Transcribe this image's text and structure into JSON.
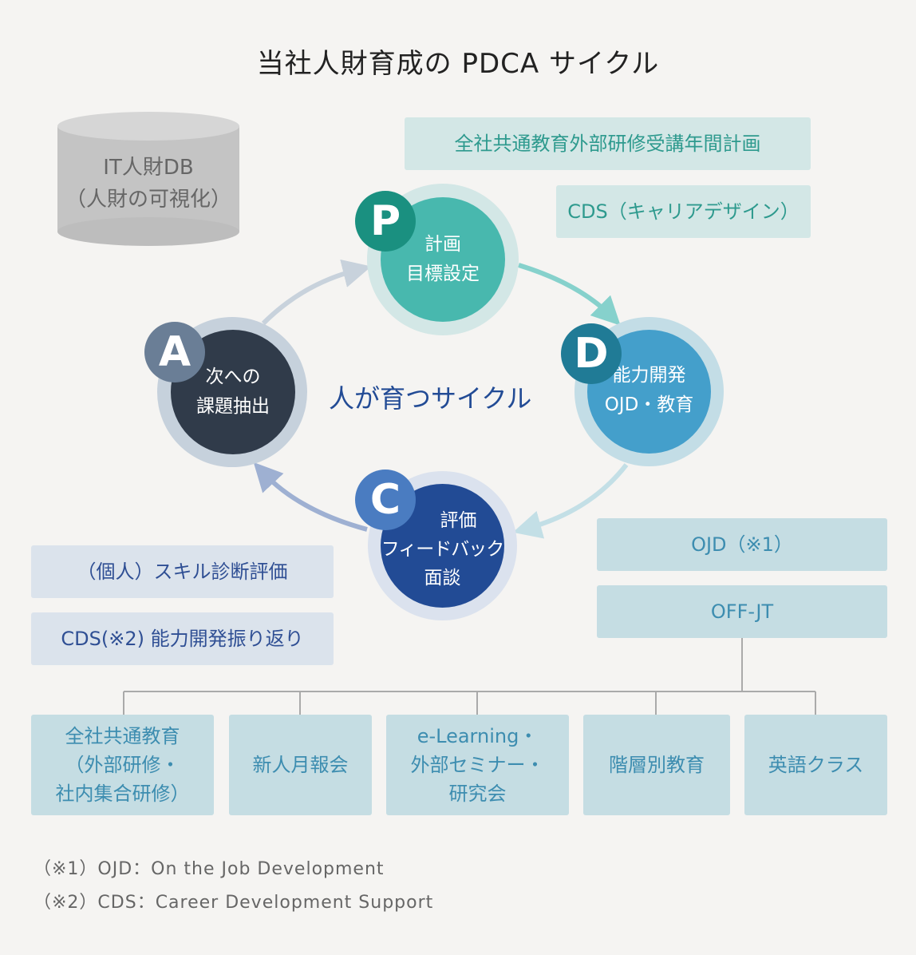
{
  "title": "当社人財育成の PDCA サイクル",
  "database": {
    "line1": "IT人財DB",
    "line2": "（人財の可視化）"
  },
  "plan_boxes": [
    "全社共通教育外部研修受講年間計画",
    "CDS（キャリアデザイン）"
  ],
  "check_boxes": [
    "（個人）スキル診断評価",
    "CDS(※2) 能力開発振り返り"
  ],
  "do_boxes": [
    "OJD（※1）",
    "OFF-JT"
  ],
  "center_label": "人が育つサイクル",
  "cycle": {
    "p": {
      "letter": "P",
      "line1": "計画",
      "line2": "目標設定"
    },
    "d": {
      "letter": "D",
      "line1": "能力開発",
      "line2": "OJD・教育"
    },
    "c": {
      "letter": "C",
      "line1": "評価",
      "line2": "フィードバック",
      "line3": "面談"
    },
    "a": {
      "letter": "A",
      "line1": "次への",
      "line2": "課題抽出"
    }
  },
  "offjt_items": [
    {
      "line1": "全社共通教育",
      "line2": "（外部研修・",
      "line3": "社内集合研修）"
    },
    {
      "line1": "新人月報会"
    },
    {
      "line1": "e-Learning・",
      "line2": "外部セミナー・",
      "line3": "研究会"
    },
    {
      "line1": "階層別教育"
    },
    {
      "line1": "英語クラス"
    }
  ],
  "notes": [
    "（※1）OJD：On the Job Development",
    "（※2）CDS：Career Development Support"
  ],
  "colors": {
    "background": "#f5f4f2",
    "p": "#48b8ae",
    "d": "#449fcb",
    "c": "#224b95",
    "a": "#303b4a"
  }
}
